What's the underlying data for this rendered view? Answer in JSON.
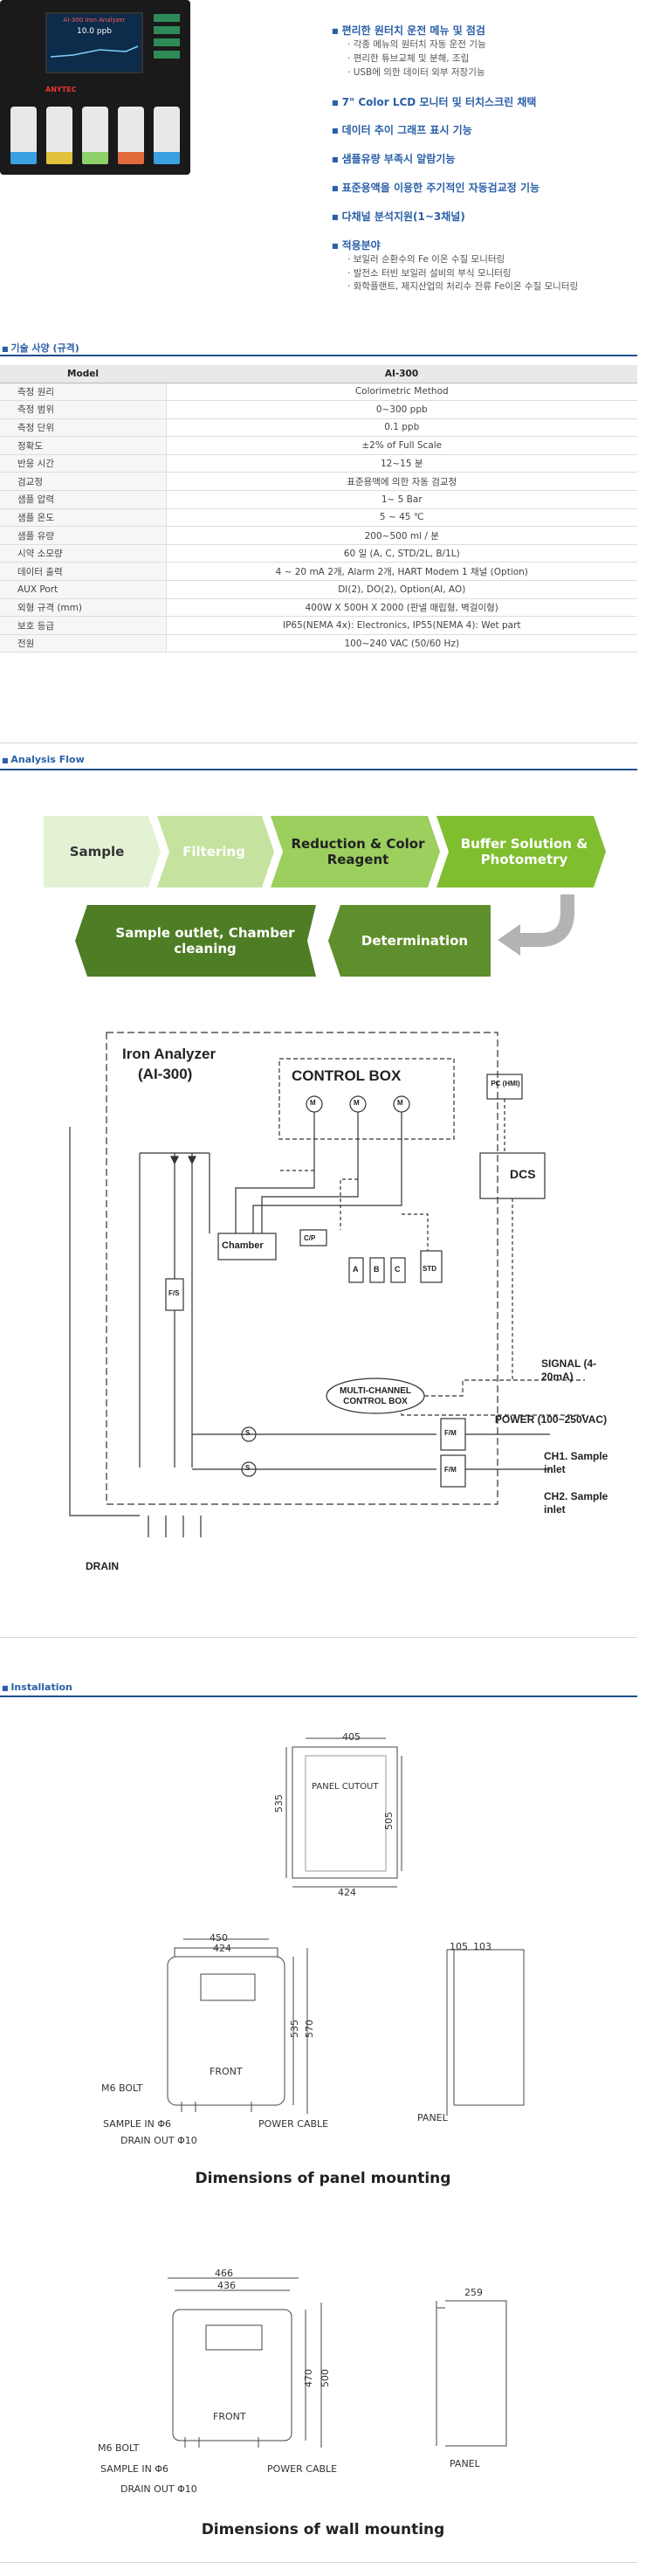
{
  "product_photo": {
    "brand": "AI-300 Iron Analyzer",
    "screen_value": "10.0 ppb",
    "maker": "ANYTEC"
  },
  "features": [
    {
      "title": "편리한 원터치 운전 메뉴 및 점검",
      "subs": [
        "각종 메뉴의 원터치 자동 운전 기능",
        "편리한 튜브교체 및 분해, 조립",
        "USB에 의한 데이터 외부 저장기능"
      ]
    },
    {
      "title": "7\" Color LCD 모니터 및 터치스크린 채택",
      "subs": []
    },
    {
      "title": "데이터 추이 그래프 표시 기능",
      "subs": []
    },
    {
      "title": "샘플유량 부족시 알람기능",
      "subs": []
    },
    {
      "title": "표준용액을 이용한 주기적인 자동검교정 기능",
      "subs": []
    },
    {
      "title": "다채널 분석지원(1~3채널)",
      "subs": []
    },
    {
      "title": "적용분야",
      "subs": [
        "보일러 순환수의 Fe 이온 수질 모니터링",
        "발전소 터빈 보일러 설비의 부식 모니터링",
        "화학플랜트, 제지산업의 처리수 잔류 Fe이온 수질 모니터링"
      ]
    }
  ],
  "spec_section": {
    "title": "기술 사양 (규격)",
    "header": [
      "Model",
      "AI-300"
    ],
    "rows": [
      [
        "측정 원리",
        "Colorimetric Method"
      ],
      [
        "측정 범위",
        "0~300 ppb"
      ],
      [
        "측정 단위",
        "0.1 ppb"
      ],
      [
        "정확도",
        "±2% of Full Scale"
      ],
      [
        "반응 시간",
        "12~15 분"
      ],
      [
        "검교정",
        "표준용액에 의한 자동 검교정"
      ],
      [
        "샘플 압력",
        "1~ 5 Bar"
      ],
      [
        "샘플 온도",
        "5 ~ 45 ℃"
      ],
      [
        "샘플 유량",
        "200~500 ml / 분"
      ],
      [
        "시약 소모량",
        "60 일 (A, C, STD/2L, B/1L)"
      ],
      [
        "데이터 출력",
        "4 ~ 20 mA 2개, Alarm 2개, HART Modem 1 채널 (Option)"
      ],
      [
        "AUX Port",
        "DI(2), DO(2), Option(AI, AO)"
      ],
      [
        "외형 규격 (mm)",
        "400W X 500H X 2000 (판넬 매립형, 벽걸이형)"
      ],
      [
        "보호 등급",
        "IP65(NEMA 4x): Electronics, IP55(NEMA 4): Wet part"
      ],
      [
        "전원",
        "100~240 VAC (50/60 Hz)"
      ]
    ]
  },
  "flow_section": {
    "title": "Analysis Flow",
    "steps_row1": [
      "Sample",
      "Filtering",
      "Reduction & Color Reagent",
      "Buffer Solution & Photometry"
    ],
    "steps_row2": [
      "Sample outlet, Chamber cleaning",
      "Determination"
    ],
    "colors": [
      "#e4f2d4",
      "#c5e39e",
      "#9ccf5e",
      "#7fbe2f",
      "#4e7d25",
      "#5f8f2c"
    ]
  },
  "diagram": {
    "title": "Iron Analyzer",
    "model": "(AI-300)",
    "control_box": "CONTROL BOX",
    "motor": "M",
    "chamber": "Chamber",
    "cp": "C/P",
    "reagents": [
      "A",
      "B",
      "C",
      "STD"
    ],
    "fs": "F/S",
    "multi_channel": "MULTI-CHANNEL CONTROL BOX",
    "pc": "PC (HMI)",
    "dcs": "DCS",
    "signal": "SIGNAL (4-20mA)",
    "power": "POWER (100~250VAC)",
    "fm": "F/M",
    "ch1": "CH1. Sample inlet",
    "ch2": "CH2. Sample inlet",
    "drain": "DRAIN",
    "valve": "S"
  },
  "install_section": {
    "title": "Installation",
    "cutout": {
      "label": "PANEL CUTOUT",
      "w_outer": "405",
      "h_outer": "535",
      "h_inner": "505",
      "w_bottom": "424"
    },
    "panel_mount": {
      "w1": "450",
      "w2": "424",
      "h1": "535",
      "h2": "570",
      "d1": "105",
      "d2": "103",
      "front": "FRONT",
      "bolt": "M6 BOLT",
      "sample_in": "SAMPLE IN Φ6",
      "drain_out": "DRAIN OUT Φ10",
      "power_cable": "POWER CABLE",
      "panel": "PANEL",
      "caption": "Dimensions of panel mounting"
    },
    "wall_mount": {
      "w1": "466",
      "w2": "436",
      "h1": "470",
      "h2": "500",
      "d1": "259",
      "front": "FRONT",
      "bolt": "M6 BOLT",
      "sample_in": "SAMPLE IN Φ6",
      "drain_out": "DRAIN OUT Φ10",
      "power_cable": "POWER CABLE",
      "panel": "PANEL",
      "caption": "Dimensions of wall mounting"
    }
  }
}
